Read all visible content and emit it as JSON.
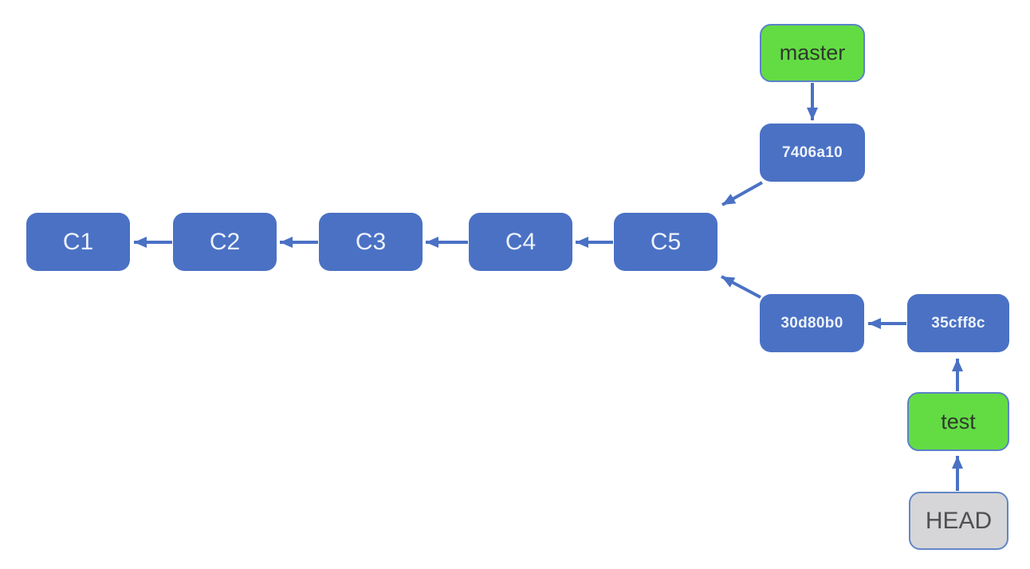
{
  "diagram": {
    "kind": "git-commit-graph",
    "nodes": [
      {
        "id": "C1",
        "label": "C1",
        "type": "commit"
      },
      {
        "id": "C2",
        "label": "C2",
        "type": "commit"
      },
      {
        "id": "C3",
        "label": "C3",
        "type": "commit"
      },
      {
        "id": "C4",
        "label": "C4",
        "type": "commit"
      },
      {
        "id": "C5",
        "label": "C5",
        "type": "commit"
      },
      {
        "id": "7406a10",
        "label": "7406a10",
        "type": "commit-hash"
      },
      {
        "id": "master",
        "label": "master",
        "type": "branch-label"
      },
      {
        "id": "30d80b0",
        "label": "30d80b0",
        "type": "commit-hash"
      },
      {
        "id": "35cff8c",
        "label": "35cff8c",
        "type": "commit-hash"
      },
      {
        "id": "test",
        "label": "test",
        "type": "branch-label"
      },
      {
        "id": "HEAD",
        "label": "HEAD",
        "type": "head-pointer"
      }
    ],
    "edges": [
      {
        "from": "C2",
        "to": "C1"
      },
      {
        "from": "C3",
        "to": "C2"
      },
      {
        "from": "C4",
        "to": "C3"
      },
      {
        "from": "C5",
        "to": "C4"
      },
      {
        "from": "7406a10",
        "to": "C5"
      },
      {
        "from": "30d80b0",
        "to": "C5"
      },
      {
        "from": "35cff8c",
        "to": "30d80b0"
      },
      {
        "from": "master",
        "to": "7406a10"
      },
      {
        "from": "test",
        "to": "35cff8c"
      },
      {
        "from": "HEAD",
        "to": "test"
      }
    ],
    "colors": {
      "commit_fill": "#4a71c4",
      "commit_text": "#eef2fa",
      "branch_fill": "#63dc44",
      "branch_border": "#5b82c8",
      "branch_text": "#2f3a2c",
      "head_fill": "#d6d6d8",
      "head_border": "#6286c6",
      "head_text": "#505052",
      "arrow": "#4a71c4"
    }
  }
}
